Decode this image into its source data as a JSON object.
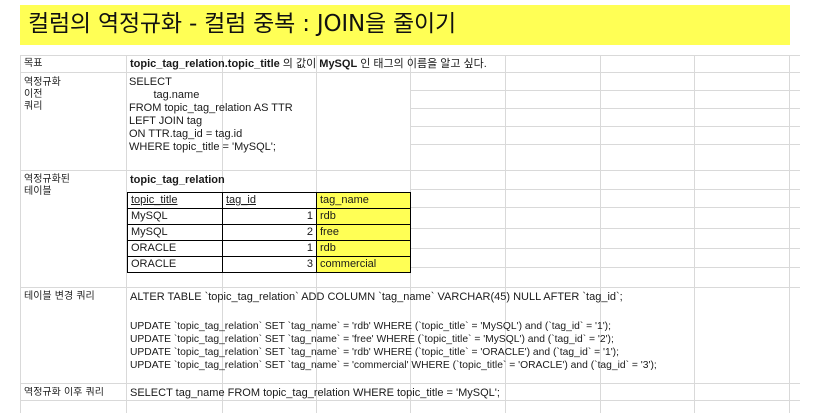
{
  "title": "컬럼의 역정규화 - 컬럼 중복 : JOIN을 줄이기",
  "colors": {
    "highlight": "#ffff55",
    "gridline": "#d9d9d9"
  },
  "rows": {
    "goal": {
      "label": "목표",
      "value_prefix": "topic_tag_relation.topic_title",
      "value_mid": " 의 값이 ",
      "value_bold": "MySQL",
      "value_suffix": " 인 태그의 이름을 알고 싶다."
    },
    "before": {
      "label_lines": [
        "역정규화",
        "이전",
        "쿼리"
      ],
      "query_lines": [
        "SELECT",
        "        tag.name",
        "FROM topic_tag_relation AS TTR",
        "LEFT JOIN tag",
        "ON TTR.tag_id = tag.id",
        "WHERE topic_title = 'MySQL';"
      ]
    },
    "table": {
      "label_lines": [
        "역정규화된",
        "테이블"
      ],
      "table_name": "topic_tag_relation",
      "headers": [
        "topic_title",
        "tag_id",
        "tag_name"
      ],
      "rows": [
        [
          "MySQL",
          "1",
          "rdb"
        ],
        [
          "MySQL",
          "2",
          "free"
        ],
        [
          "ORACLE",
          "1",
          "rdb"
        ],
        [
          "ORACLE",
          "3",
          "commercial"
        ]
      ]
    },
    "alter": {
      "label": "테이블 변경 쿼리",
      "lines": [
        "ALTER TABLE `topic_tag_relation` ADD COLUMN `tag_name` VARCHAR(45) NULL AFTER `tag_id`;",
        "",
        "UPDATE `topic_tag_relation` SET `tag_name` = 'rdb' WHERE (`topic_title` = 'MySQL') and (`tag_id` = '1');",
        "UPDATE `topic_tag_relation` SET `tag_name` = 'free' WHERE (`topic_title` = 'MySQL') and (`tag_id` = '2');",
        "UPDATE `topic_tag_relation` SET `tag_name` = 'rdb' WHERE (`topic_title` = 'ORACLE') and (`tag_id` = '1');",
        "UPDATE `topic_tag_relation` SET `tag_name` = 'commercial' WHERE (`topic_title` = 'ORACLE') and (`tag_id` = '3');"
      ]
    },
    "after": {
      "label": "역정규화 이후 쿼리",
      "query": "SELECT tag_name FROM topic_tag_relation WHERE topic_title = 'MySQL';"
    }
  }
}
